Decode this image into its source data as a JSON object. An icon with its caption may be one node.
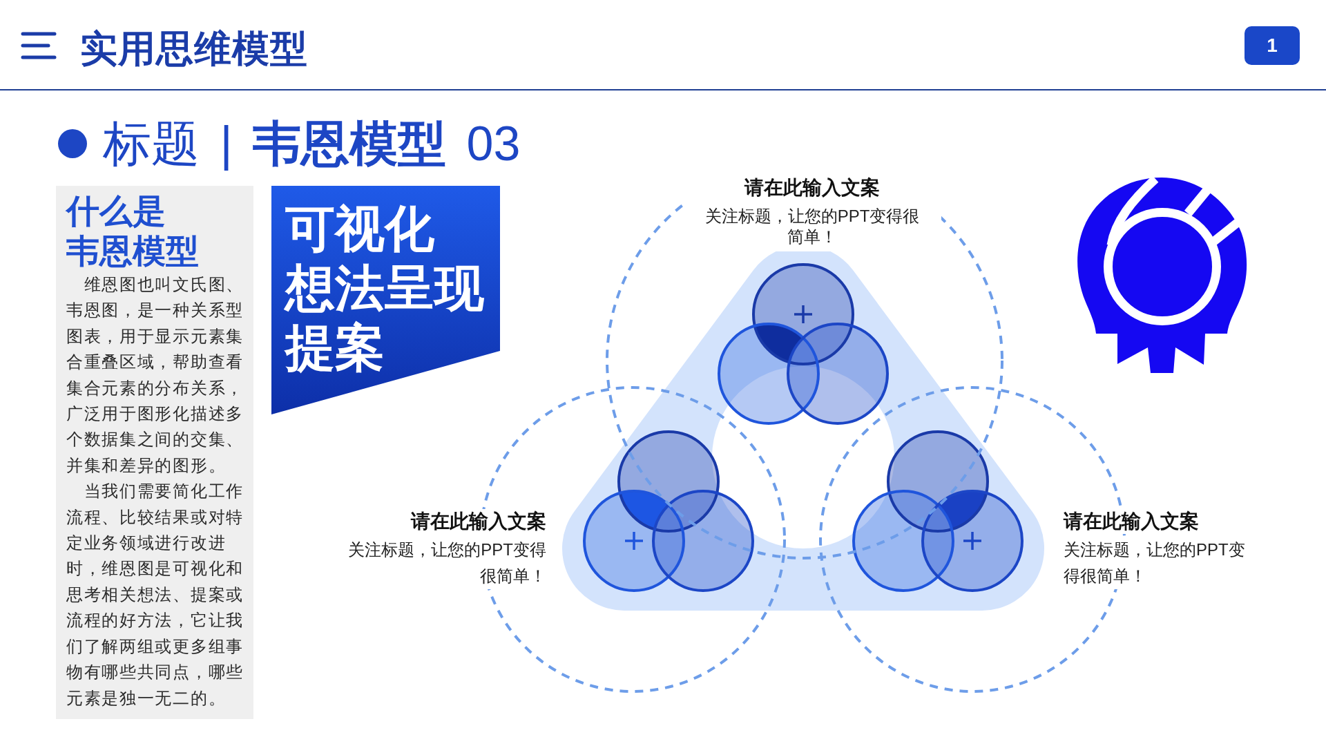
{
  "diagram": {
    "title": "实用思维模型",
    "nodes": [
      {
        "text": [
          "1"
        ]
      },
      {
        "text": [
          "什么是",
          "韦恩模型",
          "维恩图也叫文氏图、韦恩图，是一种关系型图表，用于显示元素集合重叠区域，帮助查看集合元素的分布关系，广泛用于图形化描述多个数据集之间的交集、并集和差异的图形。",
          "当我们需要简化工作流程、比较结果或对特定业务领域进行改进时，维恩图是可视化和思考相关想法、提案或流程的好方法，它让我们了解两组或更多组事物有哪些共同点，哪些元素是独一无二的。"
        ]
      },
      {
        "text": [
          "可视化",
          "想法呈现",
          "提案"
        ]
      },
      {
        "text": [
          "请在此输入文案",
          "关注标题，让您的PPT变得很简单！"
        ]
      },
      {
        "text": [
          "请在此输入文案",
          "关注标题，让您的PPT变得很简单！"
        ]
      },
      {
        "text": [
          "请在此输入文案",
          "关注标题，让您的PPT变得很简单！"
        ]
      }
    ],
    "labels": [
      "标题 | **韦恩模型** 03"
    ]
  }
}
